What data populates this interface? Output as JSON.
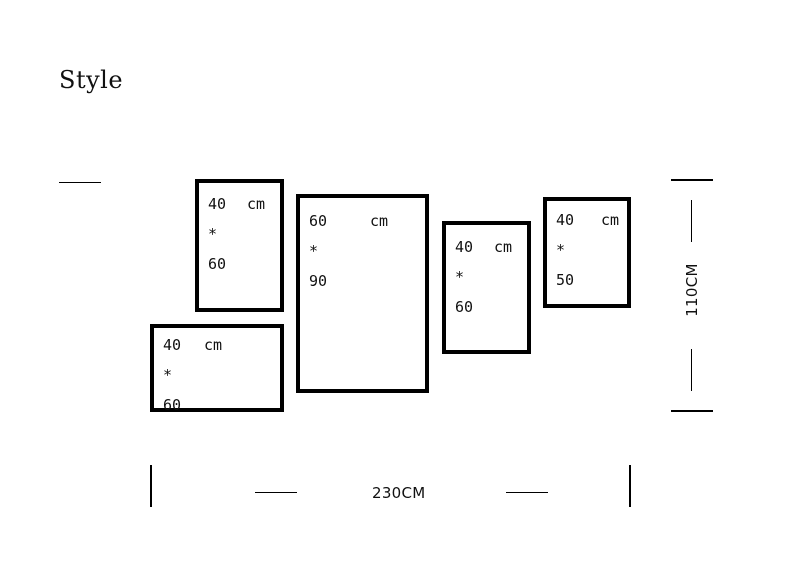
{
  "title": "Style",
  "frames": [
    {
      "w": "40",
      "sep": "*",
      "h": "60",
      "unit": "cm"
    },
    {
      "w": "40",
      "sep": "*",
      "h": "60",
      "unit": "cm"
    },
    {
      "w": "60",
      "sep": "*",
      "h": "90",
      "unit": "cm"
    },
    {
      "w": "40",
      "sep": "*",
      "h": "60",
      "unit": "cm"
    },
    {
      "w": "40",
      "sep": "*",
      "h": "50",
      "unit": "cm"
    }
  ],
  "dimensions": {
    "width_label": "230CM",
    "height_label": "110CM"
  }
}
